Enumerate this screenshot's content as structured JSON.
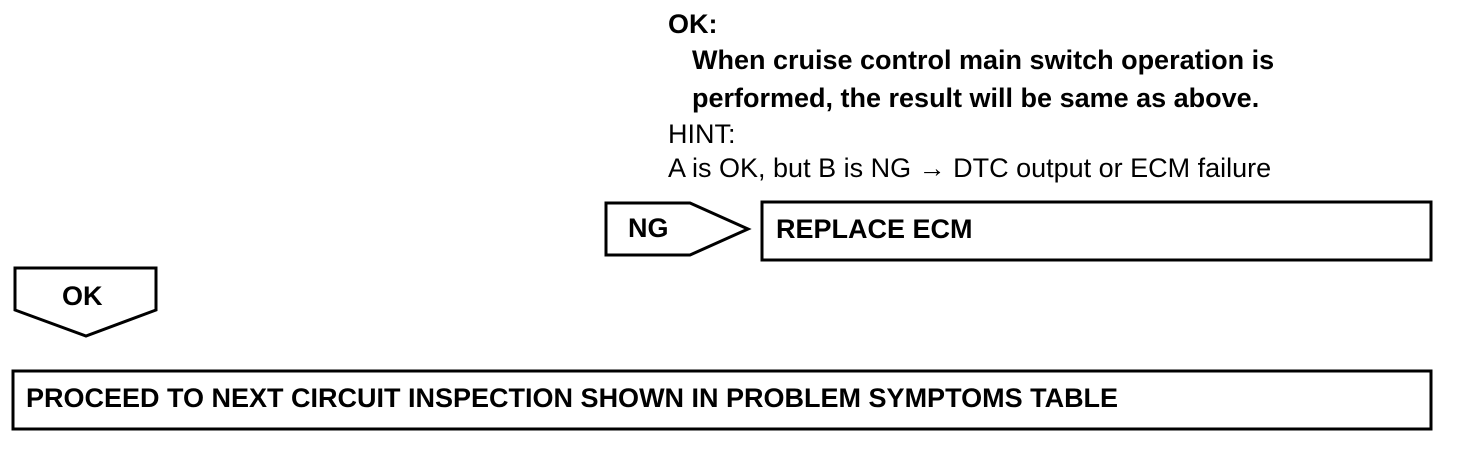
{
  "ok_criteria": {
    "heading": "OK:",
    "line1": "When cruise control main switch operation is",
    "line2": "performed, the result will be same as above."
  },
  "hint": {
    "heading": "HINT:",
    "text": "A is OK, but B is NG → DTC output or ECM failure"
  },
  "ng_branch": {
    "tag": "NG",
    "action": "REPLACE ECM"
  },
  "ok_branch": {
    "tag": "OK",
    "action": "PROCEED TO NEXT CIRCUIT INSPECTION SHOWN IN PROBLEM SYMPTOMS TABLE"
  }
}
